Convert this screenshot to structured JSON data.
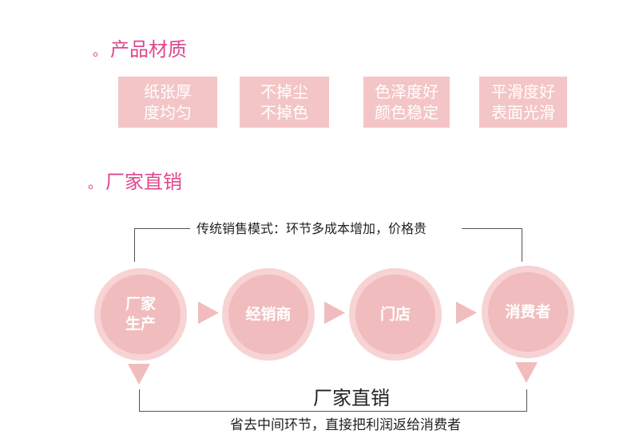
{
  "materials": {
    "bullet": "。",
    "title": "产品材质",
    "features": [
      {
        "line1": "纸张厚",
        "line2": "度均匀"
      },
      {
        "line1": "不掉尘",
        "line2": "不掉色"
      },
      {
        "line1": "色泽度好",
        "line2": "颜色稳定"
      },
      {
        "line1": "平滑度好",
        "line2": "表面光滑"
      }
    ]
  },
  "direct": {
    "bullet": "。",
    "title": "厂家直销",
    "traditional_text": "传统销售模式：环节多成本增加，价格贵",
    "stages": [
      {
        "line1": "厂家",
        "line2": "生产"
      },
      {
        "line1": "经销商",
        "line2": ""
      },
      {
        "line1": "门店",
        "line2": ""
      },
      {
        "line1": "消费者",
        "line2": ""
      }
    ],
    "direct_label": "厂家直销",
    "direct_desc": "省去中间环节，直接把利润返给消费者"
  },
  "colors": {
    "accent": "#e0478c",
    "box": "#f3c5c7",
    "circle_outer": "#f7d3d3",
    "circle_inner": "#f1bcbe",
    "line": "#555555"
  }
}
